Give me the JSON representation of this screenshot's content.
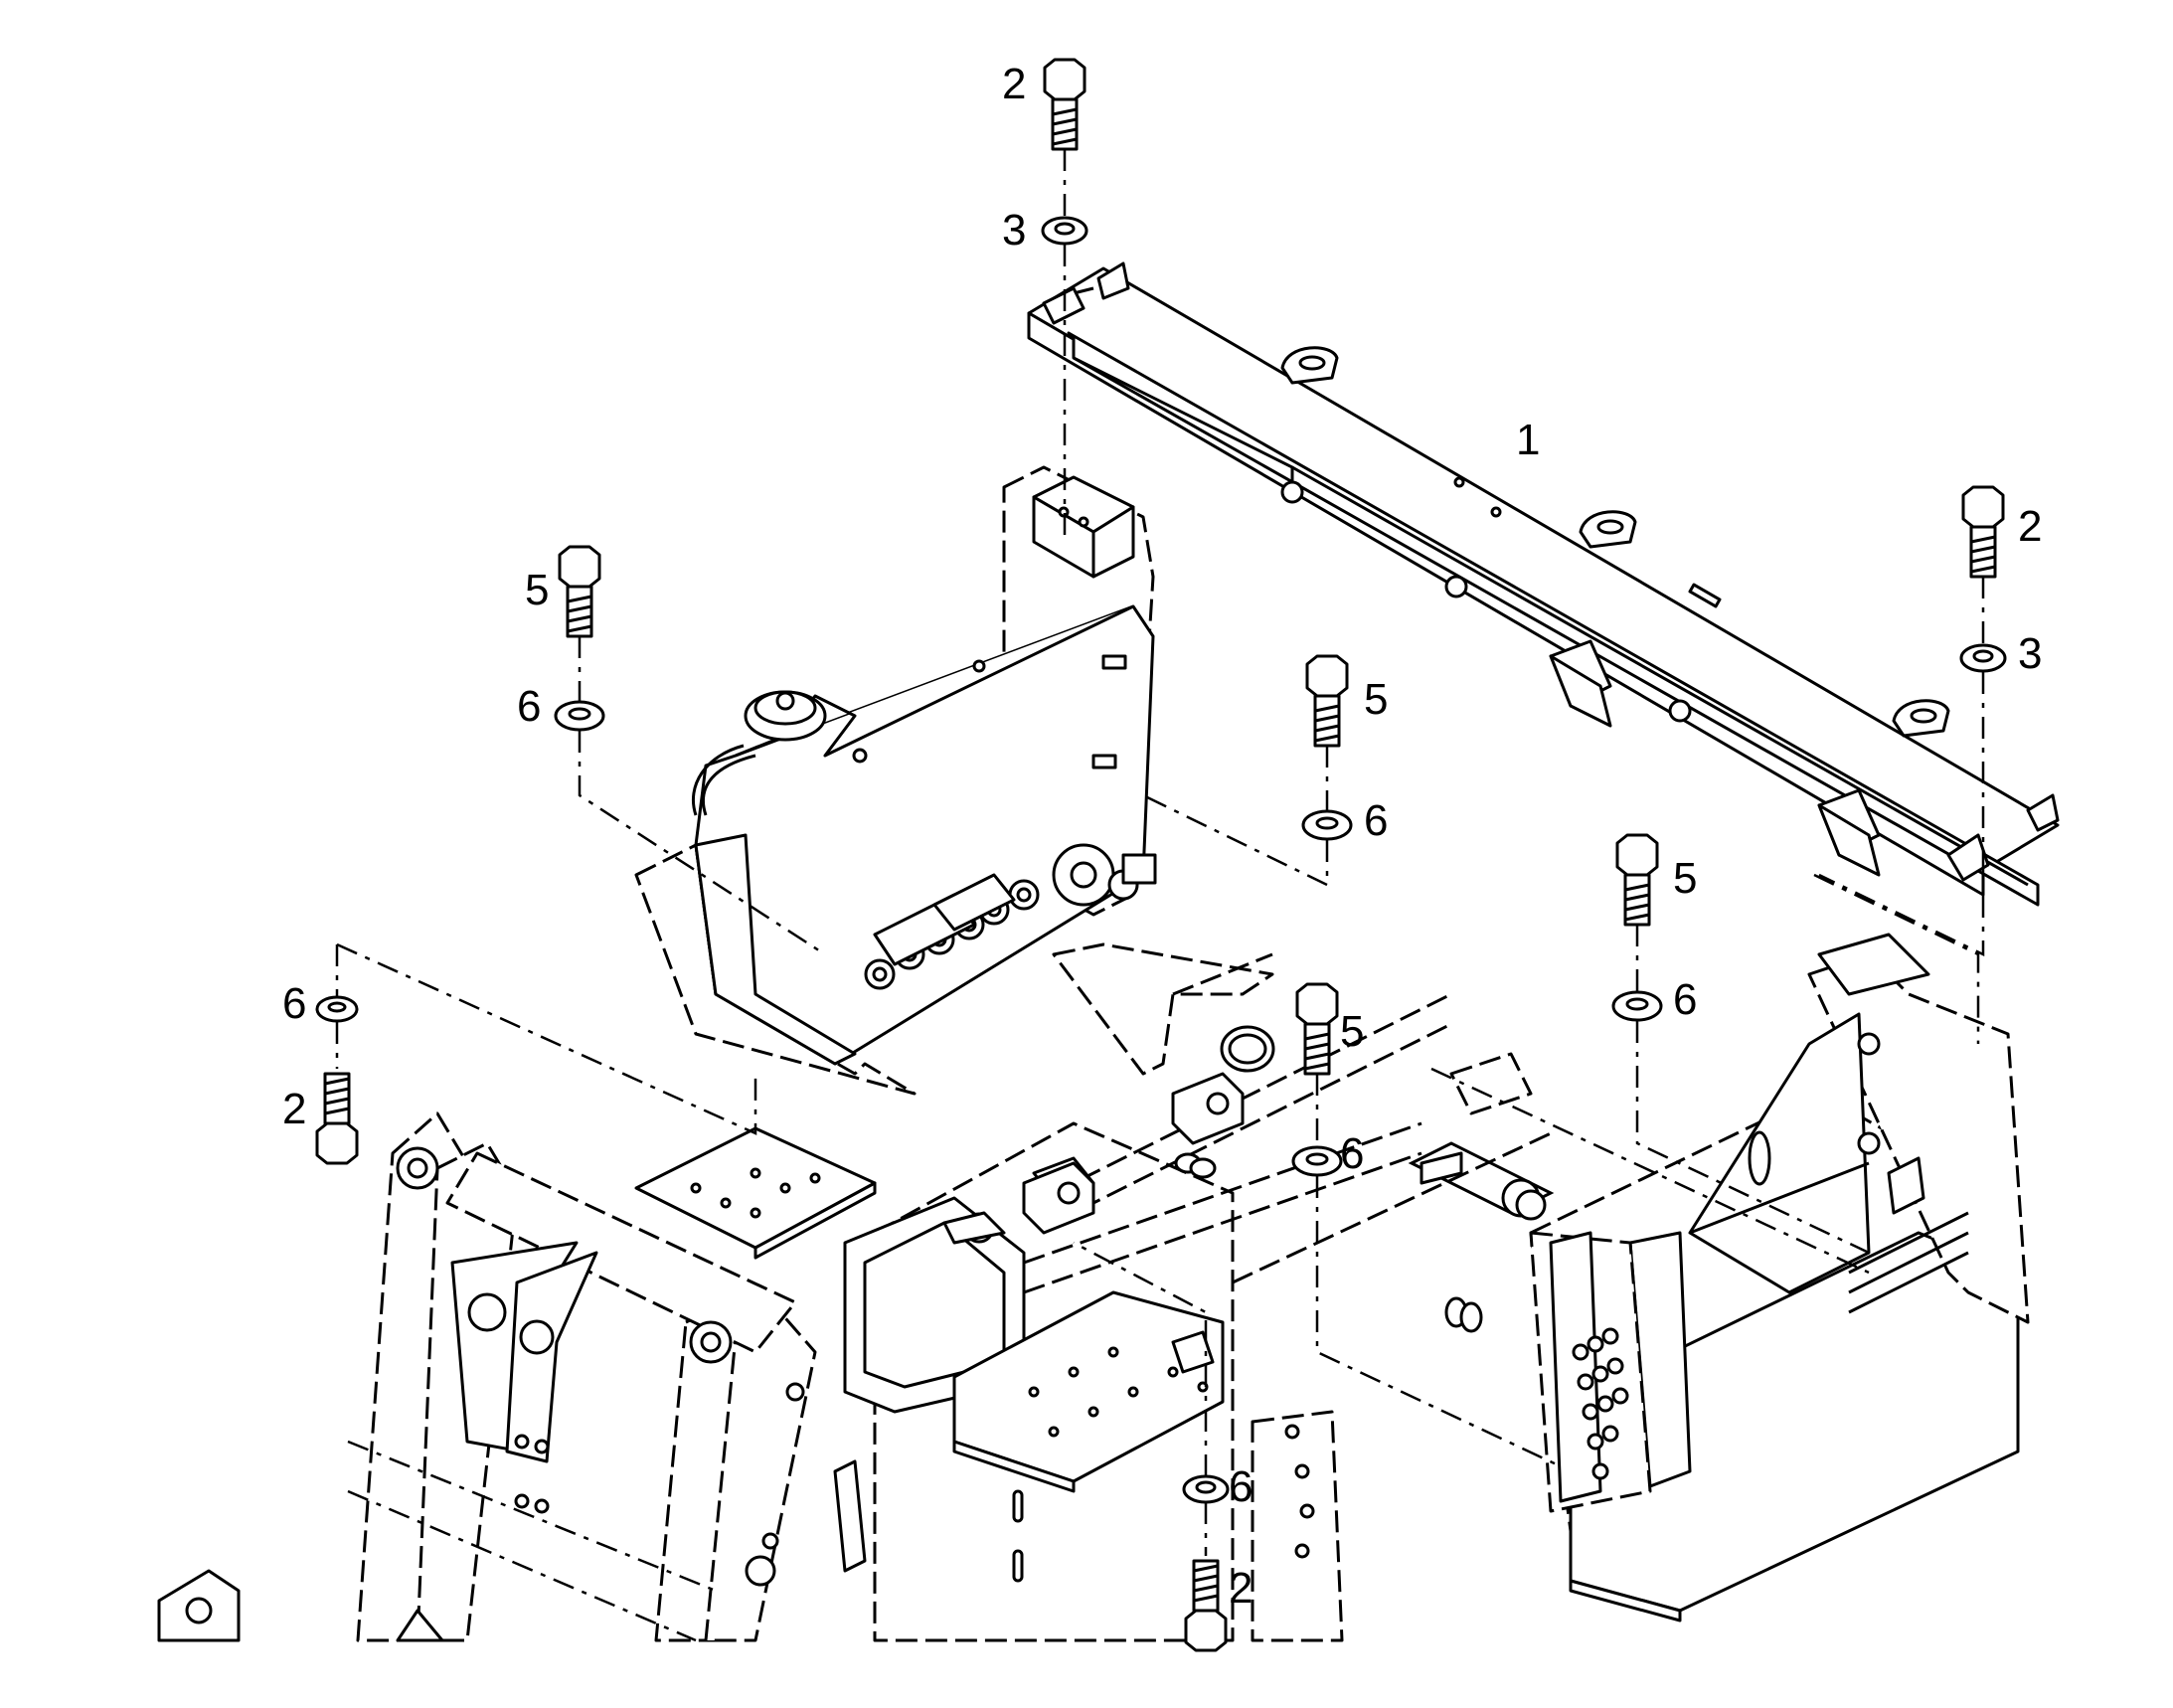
{
  "diagram": {
    "callouts": [
      {
        "id": "callout-1-rail",
        "text": "1"
      },
      {
        "id": "callout-2-top",
        "text": "2"
      },
      {
        "id": "callout-3-top",
        "text": "3"
      },
      {
        "id": "callout-2-right",
        "text": "2"
      },
      {
        "id": "callout-3-right",
        "text": "3"
      },
      {
        "id": "callout-5-left",
        "text": "5"
      },
      {
        "id": "callout-6-left",
        "text": "6"
      },
      {
        "id": "callout-5-center",
        "text": "5"
      },
      {
        "id": "callout-6-center",
        "text": "6"
      },
      {
        "id": "callout-5-right",
        "text": "5"
      },
      {
        "id": "callout-6-right",
        "text": "6"
      },
      {
        "id": "callout-6-lowleft",
        "text": "6"
      },
      {
        "id": "callout-2-lowleft",
        "text": "2"
      },
      {
        "id": "callout-5-mid",
        "text": "5"
      },
      {
        "id": "callout-6-mid",
        "text": "6"
      },
      {
        "id": "callout-6-bottom",
        "text": "6"
      },
      {
        "id": "callout-2-bottom",
        "text": "2"
      }
    ]
  }
}
